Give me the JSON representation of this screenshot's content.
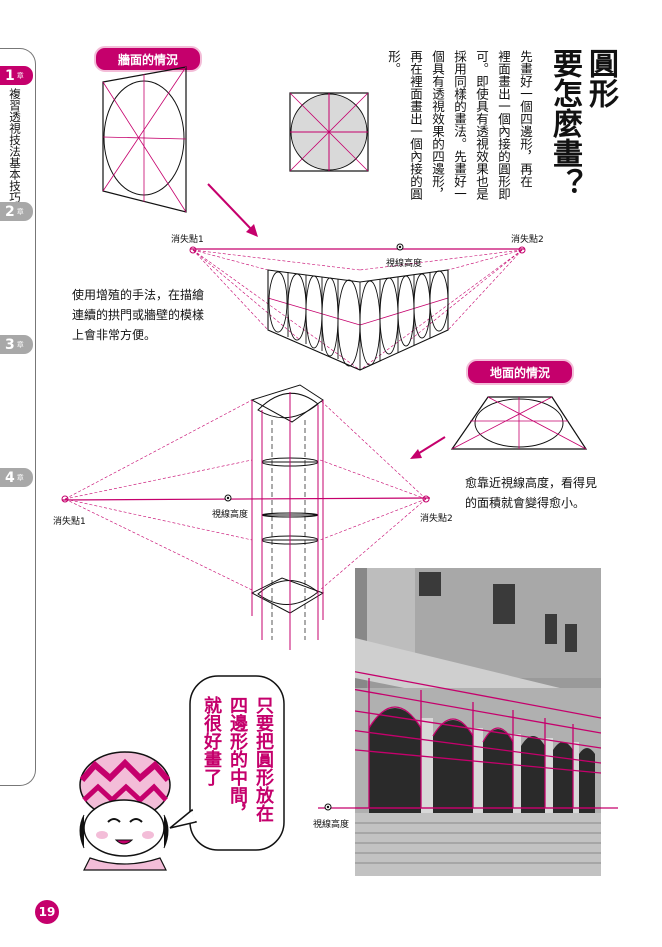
{
  "sidebar": {
    "chapters": [
      {
        "num": "1",
        "suffix": "章",
        "active": true
      },
      {
        "num": "2",
        "suffix": "章",
        "active": false
      },
      {
        "num": "3",
        "suffix": "章",
        "active": false
      },
      {
        "num": "4",
        "suffix": "章",
        "active": false
      }
    ],
    "section_title": "複習透視技法基本技巧"
  },
  "title": {
    "line1": "圓形",
    "line2": "要怎麼畫？"
  },
  "body_text": {
    "col1": "先畫好一個四邊形，再在",
    "col2": "裡面畫出一個內接的圓形即",
    "col3": "可。即使具有透視效果也是",
    "col4": "採用同樣的畫法。先畫好一",
    "col5": "個具有透視效果的四邊形，",
    "col6": "再在裡面畫出一個內接的圓",
    "col7": "形。"
  },
  "labels": {
    "wall_case": "牆面的情況",
    "ground_case": "地面的情況",
    "vp1": "消失點1",
    "vp2": "消失點2",
    "eye_level": "視線高度"
  },
  "captions": {
    "wall_line1": "使用增殖的手法，在描繪",
    "wall_line2": "連續的拱門或牆壁的模樣",
    "wall_line3": "上會非常方便。",
    "ground_line1": "愈靠近視線高度，看得見",
    "ground_line2": "的面積就會變得愈小。"
  },
  "bubble": {
    "text": "只要把圓形放在四邊形的中間，就很好畫了"
  },
  "page_number": "19",
  "colors": {
    "accent": "#c5006c",
    "accent_light": "#f3bdd8",
    "tab_gray": "#a8a8a8"
  }
}
